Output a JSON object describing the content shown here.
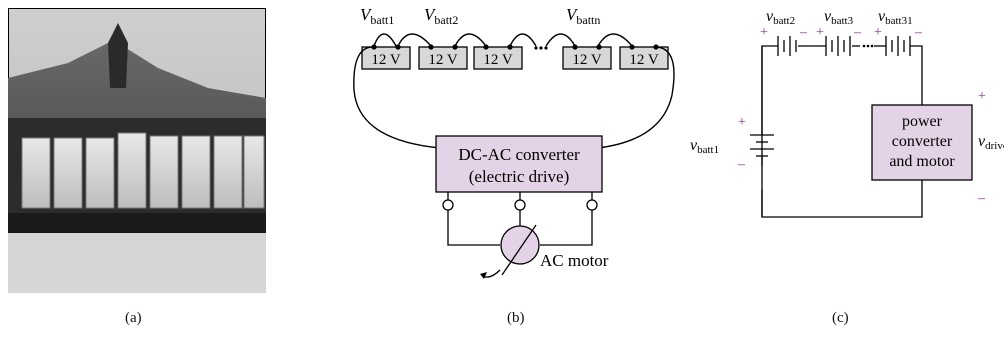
{
  "captions": [
    "(a)",
    "(b)",
    "(c)"
  ],
  "panel_b": {
    "top_labels": [
      {
        "main": "V",
        "sub": "batt1"
      },
      {
        "main": "V",
        "sub": "batt2"
      },
      {
        "main": "V",
        "sub": "battn"
      }
    ],
    "battery_labels": [
      "12 V",
      "12 V",
      "12 V",
      "12 V",
      "12 V"
    ],
    "converter_line1": "DC-AC converter",
    "converter_line2": "(electric drive)",
    "motor_label": "AC motor"
  },
  "panel_c": {
    "v_batt2": {
      "main": "v",
      "sub": "batt2"
    },
    "v_batt3": {
      "main": "v",
      "sub": "batt3"
    },
    "v_batt31": {
      "main": "v",
      "sub": "batt31"
    },
    "v_batt1": {
      "main": "v",
      "sub": "batt1"
    },
    "v_drive": {
      "main": "v",
      "sub": "drive"
    },
    "box_lines": [
      "power",
      "converter",
      "and motor"
    ],
    "plus": "+",
    "minus": "–"
  },
  "colors": {
    "box_fill": "#e4d2e6",
    "battery_fill": "#d8d8d8",
    "polarity": "#8a2a8a"
  }
}
